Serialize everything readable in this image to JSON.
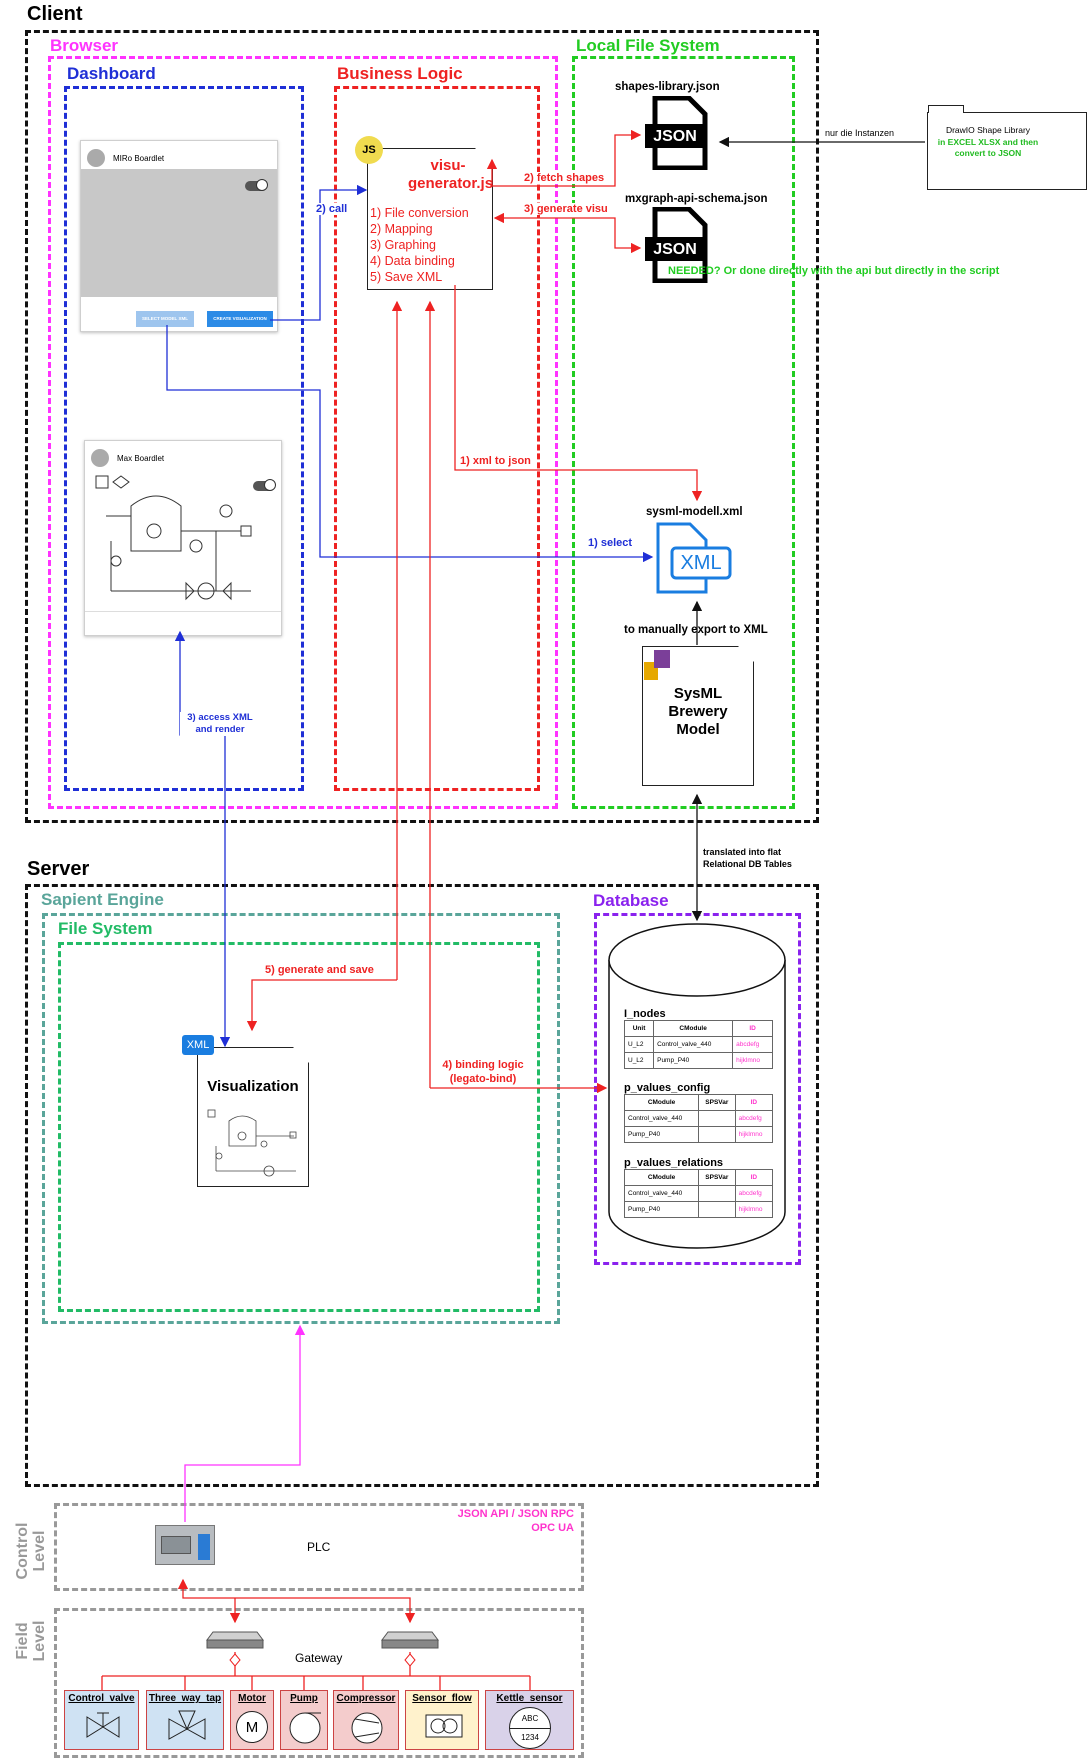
{
  "client": {
    "title": "Client",
    "browser": "Browser",
    "dashboard": "Dashboard",
    "business_logic": "Business Logic",
    "local_fs": "Local File System"
  },
  "boardlets": {
    "miro_title": "MIRo Boardlet",
    "select_btn": "SELECT MODEL XML",
    "create_btn": "CREATE VISUALIZATION",
    "max_title": "Max Boardlet"
  },
  "visu": {
    "badge": "JS",
    "name": "visu-\ngenerator.js",
    "steps": [
      "1) File conversion",
      "2) Mapping",
      "3) Graphing",
      "4) Data binding",
      "5) Save XML"
    ]
  },
  "files": {
    "shapes": "shapes-library.json",
    "schema": "mxgraph-api-schema.json",
    "json_glyph": "JSON",
    "needed_note": "NEEDED? Or done directly with the api but directly in the script",
    "sysml_xml": "sysml-modell.xml",
    "xml_glyph": "XML",
    "export_note": "to manually export to XML",
    "sysml_model": "SysML\nBrewery\nModel"
  },
  "drawio": {
    "line1": "DrawIO Shape Library",
    "line2": "in EXCEL XLSX and then\nconvert to JSON",
    "edge": "nur die Instanzen"
  },
  "edges": {
    "call": "2) call",
    "fetch": "2) fetch shapes",
    "generate": "3) generate visu",
    "xml_to_json": "1) xml to json",
    "select": "1) select",
    "access": "3) access XML\nand render",
    "gen_save": "5) generate and save",
    "binding": "4) binding logic\n(legato-bind)",
    "translated": "translated into flat\nRelational DB Tables"
  },
  "server": {
    "title": "Server",
    "sapient": "Sapient Engine",
    "fs": "File System",
    "database": "Database",
    "vis_badge": "XML",
    "vis_name": "Visualization"
  },
  "db_tables": [
    {
      "name": "I_nodes",
      "headers": [
        "Unit",
        "CModule",
        "ID"
      ],
      "rows": [
        [
          "U_L2",
          "Control_valve_440",
          "abcdefg"
        ],
        [
          "U_L2",
          "Pump_P40",
          "hijklmno"
        ]
      ]
    },
    {
      "name": "p_values_config",
      "headers": [
        "CModule",
        "SPSVar",
        "ID"
      ],
      "rows": [
        [
          "Control_valve_440",
          "",
          "abcdefg"
        ],
        [
          "Pump_P40",
          "",
          "hijklmno"
        ]
      ]
    },
    {
      "name": "p_values_relations",
      "headers": [
        "CModule",
        "SPSVar",
        "ID"
      ],
      "rows": [
        [
          "Control_valve_440",
          "",
          "abcdefg"
        ],
        [
          "Pump_P40",
          "",
          "hijklmno"
        ]
      ]
    }
  ],
  "control": {
    "level": "Control\nLevel",
    "api": "JSON API / JSON RPC\nOPC UA",
    "plc": "PLC"
  },
  "field": {
    "level": "Field\nLevel",
    "gateway": "Gateway",
    "devices": [
      {
        "name": "Control_valve",
        "color": "#cfe2f3",
        "icon": "valve-icon"
      },
      {
        "name": "Three_way_tap",
        "color": "#cfe2f3",
        "icon": "three-way-valve-icon"
      },
      {
        "name": "Motor",
        "color": "#f4cccc",
        "icon": "motor-icon",
        "glyph": "M"
      },
      {
        "name": "Pump",
        "color": "#f4cccc",
        "icon": "pump-icon"
      },
      {
        "name": "Compressor",
        "color": "#f4cccc",
        "icon": "compressor-icon"
      },
      {
        "name": "Sensor_flow",
        "color": "#fff2cc",
        "icon": "flow-sensor-icon"
      },
      {
        "name": "Kettle_sensor",
        "color": "#d9d2e9",
        "icon": "kettle-sensor-icon",
        "glyph_top": "ABC",
        "glyph_bottom": "1234"
      }
    ]
  },
  "colors": {
    "blue": "#1f2fd6",
    "red": "#ee2222",
    "magenta": "#ff33ff",
    "green": "#22cc22",
    "purple": "#8a22ee"
  }
}
